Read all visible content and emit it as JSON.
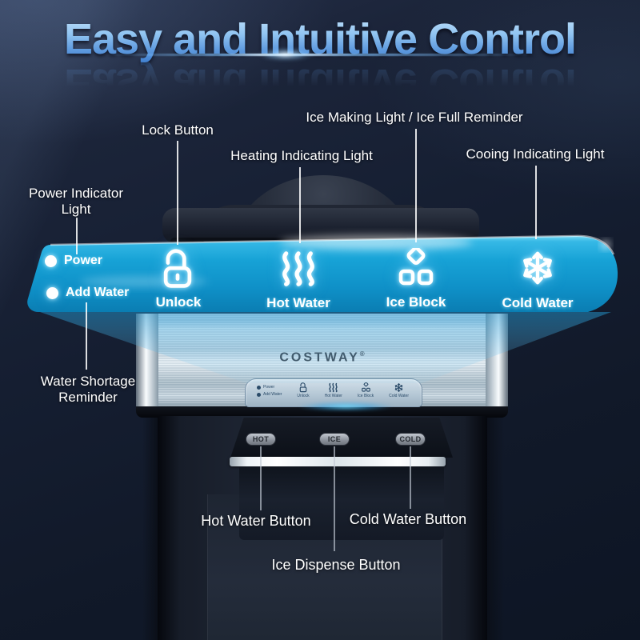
{
  "title": {
    "text": "Easy and Intuitive Control"
  },
  "callouts": {
    "power_indicator": {
      "line1": "Power Indicator",
      "line2": "Light"
    },
    "lock": "Lock Button",
    "ice_making": "Ice Making Light / Ice Full Reminder",
    "heating": "Heating Indicating Light",
    "cooling": "Cooing Indicating Light",
    "water_shortage": {
      "line1": "Water Shortage",
      "line2": "Reminder"
    },
    "hot_water": "Hot Water Button",
    "cold_water": "Cold Water Button",
    "ice_dispense": "Ice Dispense Button"
  },
  "banner": {
    "indicators": [
      {
        "icon": "power-indicator-dot",
        "label": "Power"
      },
      {
        "icon": "add-water-indicator-dot",
        "label": "Add Water"
      }
    ],
    "controls": [
      {
        "icon": "lock-icon",
        "label": "Unlock"
      },
      {
        "icon": "steam-icon",
        "label": "Hot Water"
      },
      {
        "icon": "ice-block-icon",
        "label": "Ice Block"
      },
      {
        "icon": "snowflake-icon",
        "label": "Cold Water"
      }
    ]
  },
  "machine": {
    "brand": "COSTWAY",
    "brand_mark": "®",
    "dispense_buttons": [
      {
        "label": "HOT"
      },
      {
        "label": "ICE"
      },
      {
        "label": "COLD"
      }
    ],
    "mini_panel": {
      "indicators": [
        "Power",
        "Add Water"
      ],
      "controls": [
        "Unlock",
        "Hot Water",
        "Ice Block",
        "Cold Water"
      ]
    }
  },
  "colors": {
    "background_navy": "#131c2e",
    "banner_blue": "#149ed3",
    "banner_highlight": "#7ddcf5",
    "title_gradient_top": "#c4e2fa",
    "title_gradient_bottom": "#3e7ecf",
    "callout_text": "#ffffff",
    "steel_panel": "#c9d9e4",
    "brand_text": "#3a414b"
  }
}
